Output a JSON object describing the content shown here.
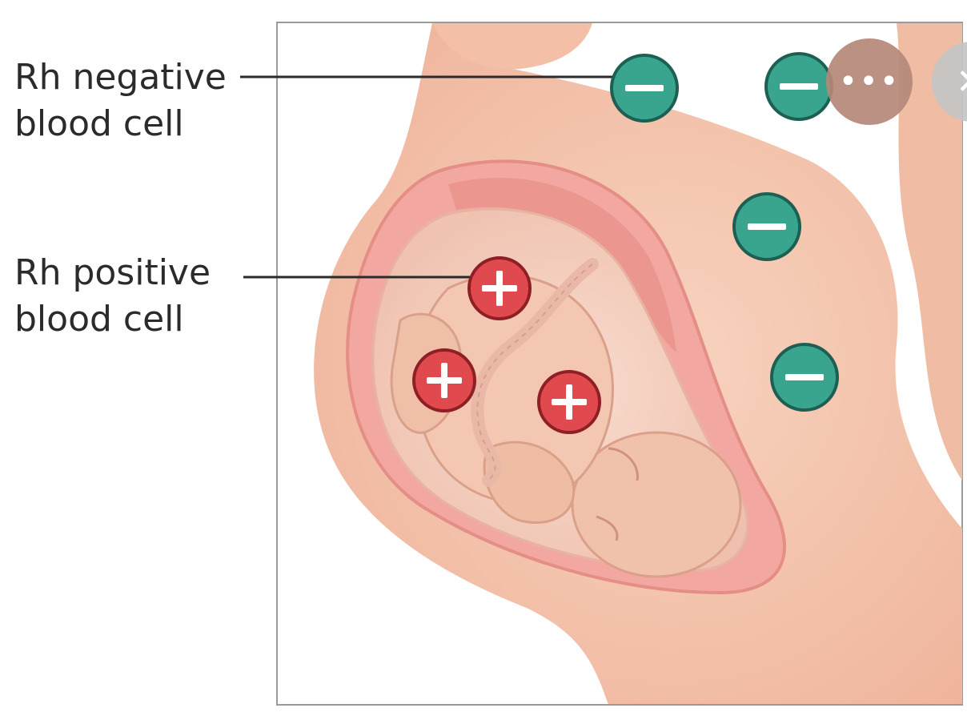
{
  "labels": {
    "negative": {
      "line1": "Rh negative",
      "line2": "blood cell"
    },
    "positive": {
      "line1": "Rh positive",
      "line2": "blood cell"
    }
  },
  "cells": {
    "negative_symbol": "−",
    "positive_symbol": "+",
    "negative_color": "#3aa58f",
    "positive_color": "#e04a4f"
  },
  "overlay": {
    "more_label": "•••",
    "close_label": "✕"
  },
  "colors": {
    "skin": "#f6c9b3",
    "skin_dark": "#eeb39a",
    "uterus": "#f2a8a0",
    "frame": "#9a9a9a"
  }
}
